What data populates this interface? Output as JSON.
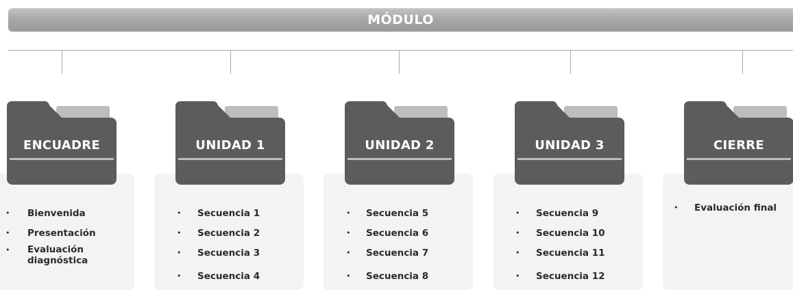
{
  "header": {
    "title": "MÓDULO"
  },
  "columns": [
    {
      "title": "ENCUADRE",
      "items": [
        "Bienvenida",
        "Presentación",
        "Evaluación diagnóstica"
      ]
    },
    {
      "title": "UNIDAD 1",
      "items": [
        "Secuencia 1",
        "Secuencia 2",
        "Secuencia 3",
        "Secuencia 4"
      ]
    },
    {
      "title": "UNIDAD 2",
      "items": [
        "Secuencia 5",
        "Secuencia 6",
        "Secuencia 7",
        "Secuencia 8"
      ]
    },
    {
      "title": "UNIDAD 3",
      "items": [
        "Secuencia 9",
        "Secuencia 10",
        "Secuencia 11",
        "Secuencia 12"
      ]
    },
    {
      "title": "CIERRE",
      "items": [
        "Evaluación final"
      ]
    }
  ],
  "colors": {
    "folder": "#5c5c5c",
    "folder_paper": "#bdbdbd",
    "header_bar": "#a8a8a8",
    "connector": "#a9a9a9",
    "panel": "#f3f3f3",
    "text": "#2a2a2a"
  },
  "icons": {
    "folder": "folder-icon"
  }
}
